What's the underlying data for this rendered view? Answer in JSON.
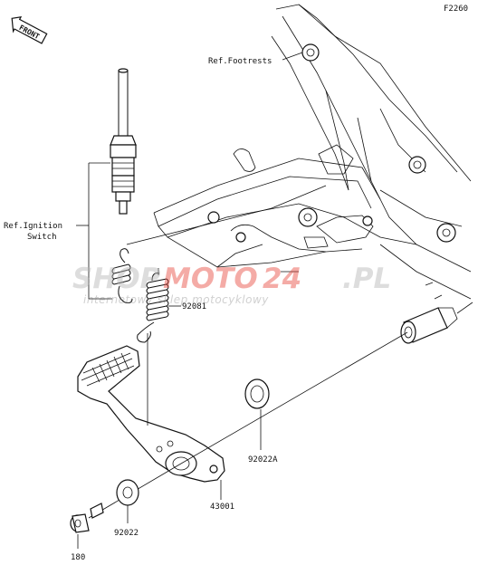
{
  "figure_code": "F2260",
  "front_badge": "FRONT",
  "labels": {
    "ref_footrests": "Ref.Footrests",
    "ref_ignition_line1": "Ref.Ignition",
    "ref_ignition_line2": "Switch"
  },
  "part_numbers": {
    "spring": "92081",
    "washer_large": "92022A",
    "pedal": "43001",
    "washer_small": "92022",
    "bolt": "180"
  },
  "watermark": {
    "brand_a": "SHOP",
    "brand_b": "MOTO",
    "brand_c": "24",
    "brand_d": ".PL",
    "tagline": "internetowy sklep motocyklowy",
    "brand_color": "#e8473c"
  }
}
